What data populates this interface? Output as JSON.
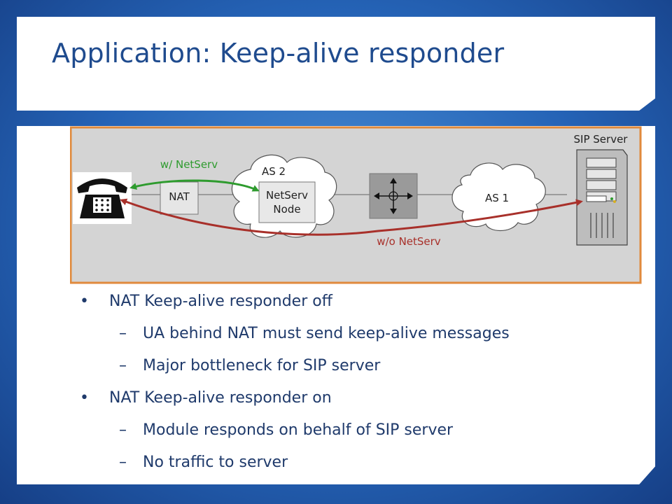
{
  "slide": {
    "title": "Application: Keep-alive responder"
  },
  "diagram": {
    "labels": {
      "sip_server": "SIP Server",
      "with_netserv": "w/ NetServ",
      "without_netserv": "w/o NetServ",
      "as2": "AS 2",
      "as1": "AS 1",
      "nat": "NAT",
      "netserv_node_line1": "NetServ",
      "netserv_node_line2": "Node"
    },
    "colors": {
      "with_path": "#2e9b2e",
      "without_path": "#a8302a",
      "frame_border": "#e08a3c",
      "diagram_bg": "#d4d4d4"
    }
  },
  "bullets": [
    {
      "level": 1,
      "marker": "•",
      "text": "NAT Keep-alive responder off"
    },
    {
      "level": 2,
      "marker": "–",
      "text": "UA behind NAT must send keep-alive messages"
    },
    {
      "level": 2,
      "marker": "–",
      "text": "Major bottleneck for SIP server"
    },
    {
      "level": 1,
      "marker": "•",
      "text": "NAT Keep-alive responder on"
    },
    {
      "level": 2,
      "marker": "–",
      "text": "Module responds on behalf of SIP server"
    },
    {
      "level": 2,
      "marker": "–",
      "text": "No traffic to server"
    }
  ]
}
